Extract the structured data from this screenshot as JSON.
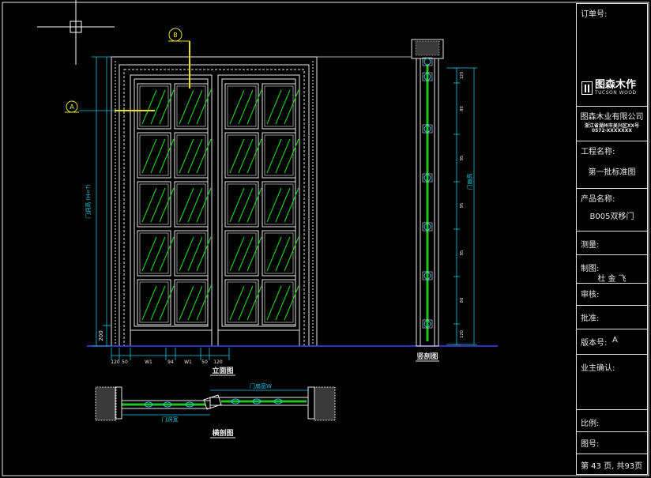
{
  "titleblock": {
    "order_no_label": "订单号:",
    "logo_cn": "图森木作",
    "logo_en": "TUCSON WOOD",
    "company_name": "图森木业有限公司",
    "company_address": "浙江省湖州市吴兴区XX号",
    "company_phone": "0572-XXXXXXX",
    "project_label": "工程名称:",
    "project_value": "第一批标准图",
    "product_label": "产品名称:",
    "product_value": "B005双移门",
    "measure_label": "测量:",
    "drawn_label": "制图:",
    "drawn_value": "杜 金 飞",
    "review_label": "审核:",
    "approve_label": "批准:",
    "version_label": "版本号:",
    "version_value": "A",
    "owner_label": "业主确认:",
    "scale_label": "比例:",
    "drawing_no_label": "图号:",
    "page_label": "第 43 页, 共93页"
  },
  "drawing": {
    "callout_a": "A",
    "callout_b": "B",
    "elevation_title": "立面图",
    "section_title": "竖剖图",
    "plan_title": "横剖图",
    "height_label": "门洞高 (H=?)",
    "right_height_label": "门扇高",
    "plan_top_dim": "门扇宽W",
    "plan_bottom_dim": "门洞宽",
    "bottom_dims": [
      "120",
      "50",
      "W1",
      "94",
      "W1",
      "50",
      "120"
    ],
    "left_small_dim": "200",
    "right_dims": [
      "120",
      "80",
      "95",
      "95",
      "95",
      "80",
      "120"
    ],
    "colors": {
      "line": "#e8e8e8",
      "dimension": "#19c7e6",
      "glass": "#1fc41f",
      "callout": "#e8e018",
      "guide": "#3b44ff"
    }
  }
}
